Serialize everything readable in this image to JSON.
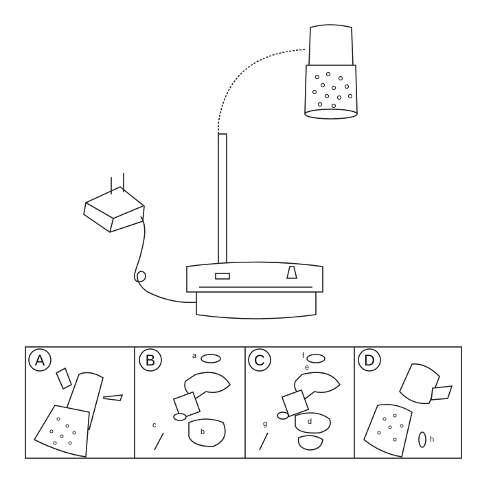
{
  "figure": {
    "main_illustration": "desk-lamp",
    "steps": [
      {
        "label": "A",
        "callouts": []
      },
      {
        "label": "B",
        "callouts": [
          "a",
          "b",
          "c"
        ]
      },
      {
        "label": "C",
        "callouts": [
          "f",
          "e",
          "d",
          "g"
        ]
      },
      {
        "label": "D",
        "callouts": [
          "h"
        ]
      }
    ]
  }
}
